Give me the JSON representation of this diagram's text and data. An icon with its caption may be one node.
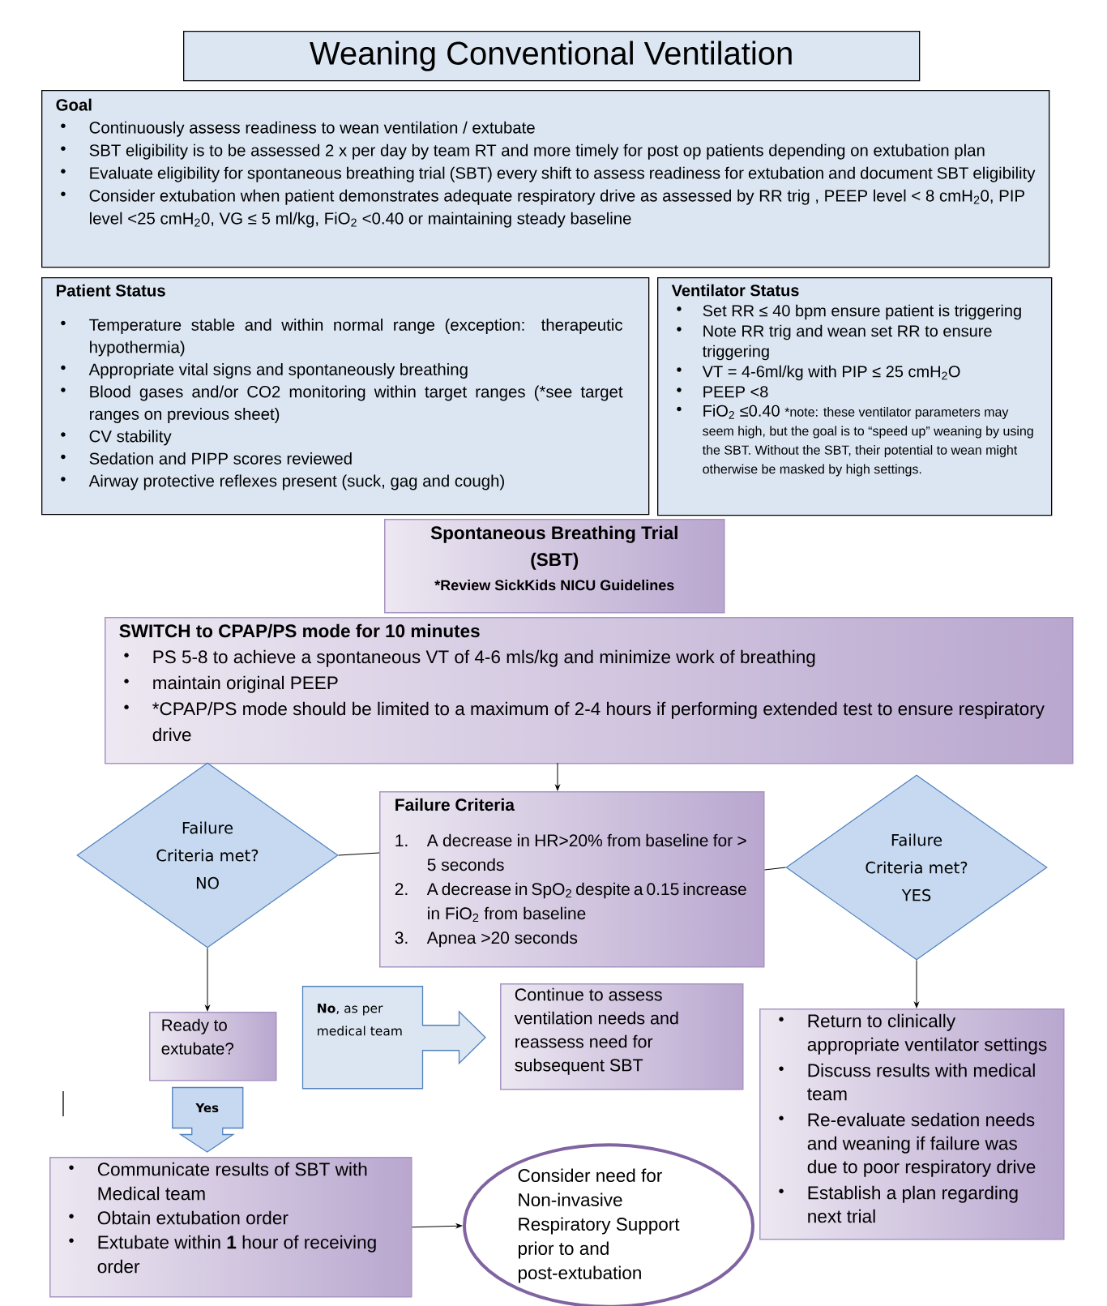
{
  "diagram": {
    "title": "Weaning Conventional Ventilation",
    "nodes": [
      {
        "text": [
          "Goal",
          "Continuously assess readiness to wean ventilation / extubate",
          "SBT eligibility is to be assessed 2 x per day by team RT and more timely for post op patients depending on extubation plan",
          "Evaluate eligibility for spontaneous breathing trial (SBT) every shift to assess readiness for extubation and document SBT eligibility",
          "Consider extubation when patient demonstrates adequate respiratory drive as assessed by RR trig , PEEP level < 8 cmH$_{2}$0, PIP level <25 cmH$_{2}$0, VG ≤ 5 ml/kg, FiO$_{2}$ <0.40 or maintaining steady baseline"
        ]
      },
      {
        "text": [
          "Patient Status",
          "Temperature stable and within normal range (exception: therapeutic hypothermia)",
          "Appropriate vital signs and spontaneously breathing",
          "Blood gases and/or CO2 monitoring within target ranges (*see target ranges on previous sheet)",
          "CV stability",
          "Sedation and PIPP scores reviewed",
          "Airway protective reflexes present (suck, gag and cough)"
        ]
      },
      {
        "text": [
          "Ventilator Status",
          "Set RR ≤ 40 bpm ensure patient is triggering",
          "Note RR trig and wean set RR to ensure triggering",
          "VT = 4-6ml/kg with PIP ≤ 25 cmH$_{2}$O",
          "PEEP <8",
          "FiO$_{2}$ ≤0.40",
          "*note: these ventilator parameters may seem high, but the goal is to “speed up” weaning by using the SBT.  Without the SBT, their potential to wean might otherwise be masked by high settings."
        ]
      },
      {
        "text": [
          "Spontaneous Breathing Trial (SBT)",
          "*Review SickKids NICU Guidelines"
        ]
      },
      {
        "text": [
          "SWITCH to CPAP/PS mode for 10 minutes",
          "PS 5-8 to achieve a spontaneous VT of 4-6 mls/kg and minimize work of breathing",
          "maintain original PEEP",
          "*CPAP/PS mode should be limited to a maximum of 2-4 hours if performing extended test to ensure respiratory drive"
        ]
      },
      {
        "text": [
          "Failure Criteria met?",
          "NO"
        ]
      },
      {
        "text": [
          "Failure Criteria",
          "1.",
          "A decrease in HR>20% from baseline for > 5 seconds",
          "2.",
          "A decrease in SpO$_{2}$ despite a 0.15 increase in FiO$_{2}$ from baseline",
          "3.",
          "Apnea >20 seconds"
        ]
      },
      {
        "text": [
          "Failure Criteria met?",
          "YES"
        ]
      },
      {
        "text": [
          "Ready to extubate?"
        ]
      },
      {
        "text": [
          "Continue to assess ventilation needs and reassess need for subsequent SBT"
        ]
      },
      {
        "text": [
          "Return to clinically appropriate ventilator settings",
          "Discuss results with medical team",
          "Re-evaluate sedation needs and weaning if failure was due to poor respiratory drive",
          "Establish a plan regarding next trial"
        ]
      },
      {
        "text": [
          "Communicate results of SBT with Medical team",
          "Obtain extubation order",
          "Extubate within **1** hour of receiving order"
        ]
      },
      {
        "text": [
          "Consider need for Non-invasive Respiratory Support prior to and post-extubation"
        ]
      }
    ],
    "edges": [
      {
        "from": 4,
        "to": 6,
        "arrow": "to"
      },
      {
        "from": 5,
        "to": 6,
        "arrow": "none"
      },
      {
        "from": 6,
        "to": 7,
        "arrow": "none"
      },
      {
        "from": 5,
        "to": 8,
        "arrow": "to"
      },
      {
        "from": 7,
        "to": 10,
        "arrow": "to"
      },
      {
        "from": 8,
        "to": 11,
        "arrow": "to",
        "label": "Yes",
        "style": "thick",
        "color": "#c6d9f1"
      },
      {
        "from": 8,
        "to": 9,
        "arrow": "to",
        "label": "**No**, as per medical team",
        "style": "thick",
        "color": "#dce6f2"
      },
      {
        "from": 11,
        "to": 12,
        "arrow": "to"
      }
    ]
  }
}
